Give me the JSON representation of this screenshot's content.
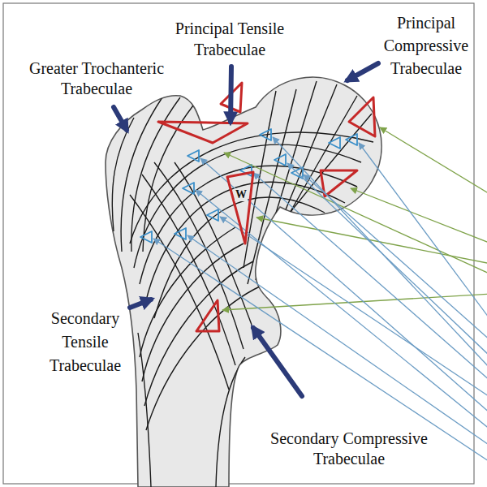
{
  "diagram": {
    "nodes": [
      {
        "text": [
          "W"
        ]
      }
    ],
    "labels": [
      "Principal Tensile Trabeculae",
      "Principal Compressive Trabeculae",
      "Greater Trochanteric Trabeculae",
      "Secondary Tensile Trabeculae",
      "Secondary Compressive Trabeculae"
    ]
  }
}
